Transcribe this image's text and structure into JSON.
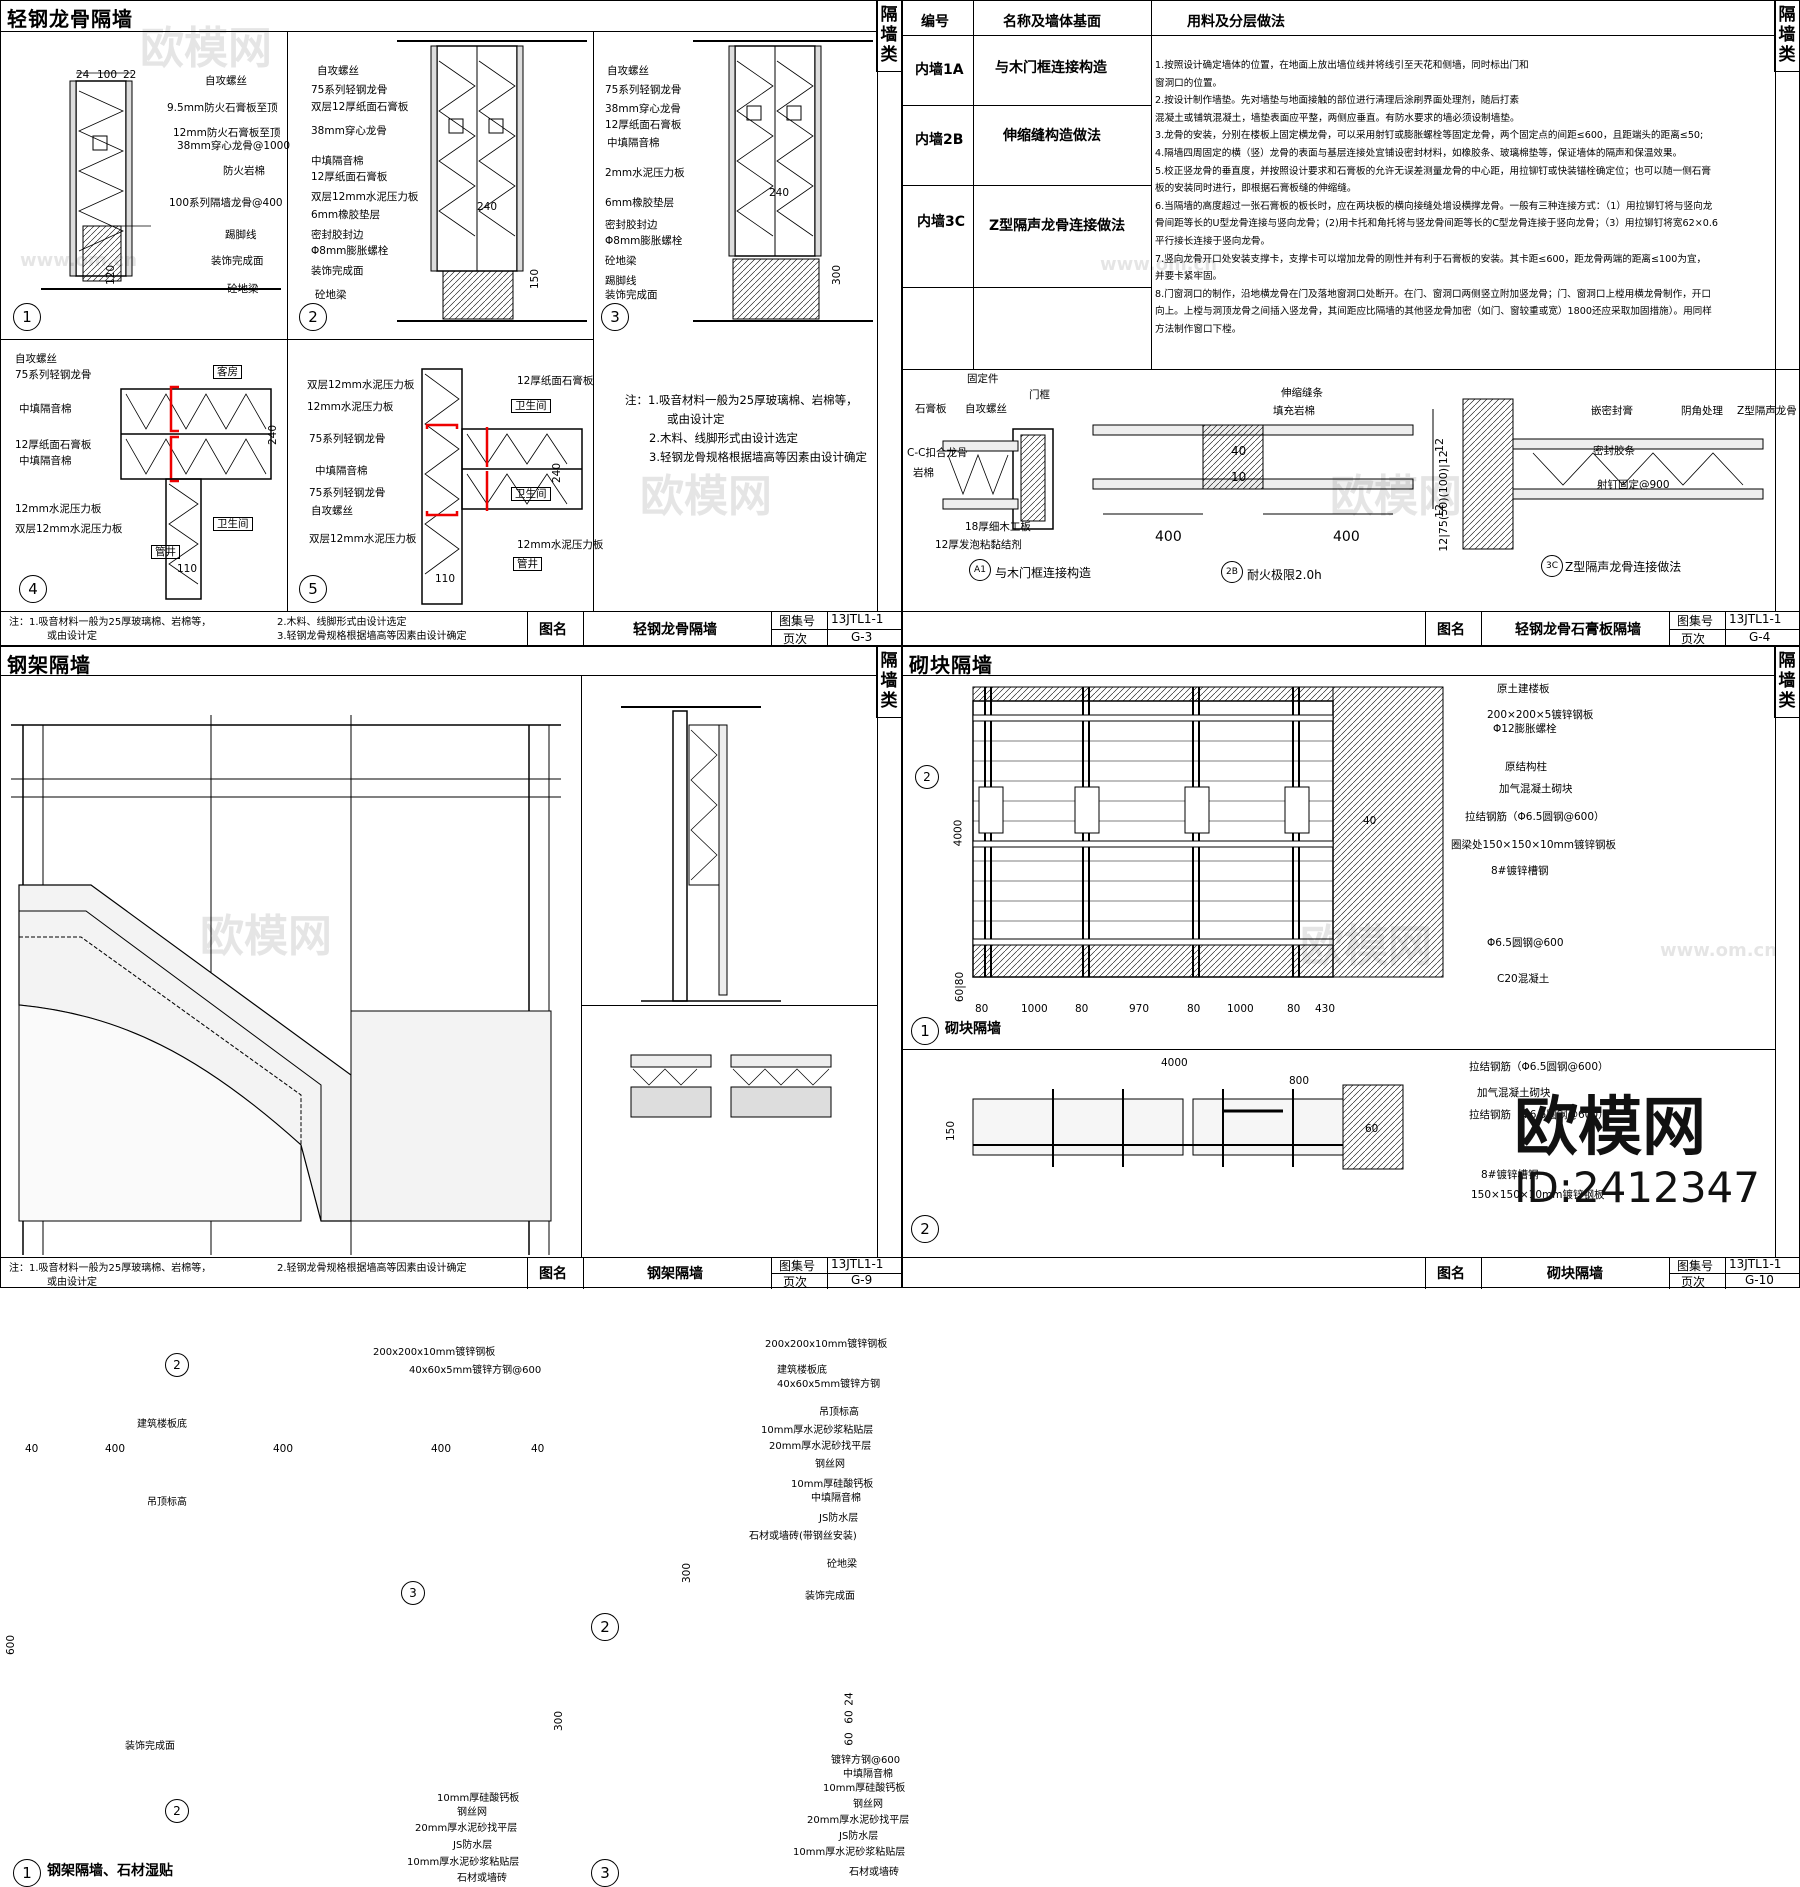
{
  "panels": {
    "light_steel": {
      "title": "轻钢龙骨隔墙",
      "side_tag": "隔墙类",
      "d1_dims": [
        "24",
        "100",
        "22"
      ],
      "d1_labels": [
        "自攻螺丝",
        "9.5mm防火石膏板至顶",
        "12mm防火石膏板至顶",
        "38mm穿心龙骨@1000",
        "防火岩棉",
        "100系列隔墙龙骨@400",
        "踢脚线",
        "装饰完成面",
        "砼地梁"
      ],
      "d1_height": "120",
      "d2_labels": [
        "自攻螺丝",
        "75系列轻钢龙骨",
        "双层12厚纸面石膏板",
        "38mm穿心龙骨",
        "中填隔音棉",
        "12厚纸面石膏板",
        "双层12mm水泥压力板",
        "6mm橡胶垫层",
        "密封胶封边",
        "Φ8mm膨胀螺栓",
        "装饰完成面",
        "砼地梁"
      ],
      "d2_dims": [
        "240",
        "150"
      ],
      "d3_labels": [
        "自攻螺丝",
        "75系列轻钢龙骨",
        "38mm穿心龙骨",
        "12厚纸面石膏板",
        "中填隔音棉",
        "2mm水泥压力板",
        "6mm橡胶垫层",
        "密封胶封边",
        "Φ8mm膨胀螺栓",
        "砼地梁",
        "踢脚线",
        "装饰完成面"
      ],
      "d3_dims": [
        "240",
        "300"
      ],
      "d4_labels": [
        "自攻螺丝",
        "75系列轻钢龙骨",
        "中填隔音棉",
        "12厚纸面石膏板",
        "中填隔音棉",
        "12mm水泥压力板",
        "双层12mm水泥压力板"
      ],
      "d4_tags": [
        "客房",
        "卫生间",
        "管井"
      ],
      "d4_dims": [
        "240",
        "110"
      ],
      "d5_labels": [
        "双层12mm水泥压力板",
        "12mm水泥压力板",
        "75系列轻钢龙骨",
        "中填隔音棉",
        "75系列轻钢龙骨",
        "自攻螺丝",
        "双层12mm水泥压力板",
        "12厚纸面石膏板",
        "12mm水泥压力板"
      ],
      "d5_tags": [
        "卫生间",
        "卫生间",
        "管井"
      ],
      "d5_dims": [
        "240",
        "110"
      ],
      "notes": [
        "注：1.吸音材料一般为25厚玻璃棉、岩棉等，",
        "或由设计定",
        "2.木料、线脚形式由设计选定",
        "3.轻钢龙骨规格根据墙高等因素由设计确定"
      ],
      "circles": [
        "1",
        "2",
        "3",
        "4",
        "5"
      ],
      "footer_notes": [
        "注：1.吸音材料一般为25厚玻璃棉、岩棉等，",
        "或由设计定",
        "2.木料、线脚形式由设计选定",
        "3.轻钢龙骨规格根据墙高等因素由设计确定"
      ],
      "tb_label": "图名",
      "tb_name": "轻钢龙骨隔墙",
      "tb_setno_label": "图集号",
      "tb_setno": "13JTL1-1",
      "tb_page_label": "页次",
      "tb_page": "G-3"
    },
    "gypsum": {
      "side_tag": "隔墙类",
      "table_headers": [
        "编号",
        "名称及墙体基面",
        "用料及分层做法"
      ],
      "rows": [
        {
          "code": "内墙1A",
          "name": "与木门框连接构造"
        },
        {
          "code": "内墙2B",
          "name": "伸缩缝构造做法"
        },
        {
          "code": "内墙3C",
          "name": "Z型隔声龙骨连接做法"
        }
      ],
      "method_lines": [
        "1.按照设计确定墙体的位置，在地面上放出墙位线并将线引至天花和侧墙，同时标出门和",
        "窗洞口的位置。",
        "2.按设计制作墙垫。先对墙垫与地面接触的部位进行清理后涂刷界面处理剂，随后打素",
        "混凝土或铺筑混凝土，墙垫表面应平整，两侧应垂直。有防水要求的墙必须设制墙垫。",
        "3.龙骨的安装，分别在楼板上固定横龙骨，可以采用射钉或膨胀螺栓等固定龙骨，两个固定点的间距≤600，且距端头的距离≤50;",
        "4.隔墙四周固定的横（竖）龙骨的表面与基层连接处宜铺设密封材料，如橡胶条、玻璃棉垫等，保证墙体的隔声和保温效果。",
        "5.校正竖龙骨的垂直度，并按照设计要求和石膏板的允许无误差测量龙骨的中心距，用拉铆钉或快装锚栓确定位；也可以随一侧石膏",
        "板的安装同时进行，即根据石膏板缝的伸缩缝。",
        "6.当隔墙的高度超过一张石膏板的板长时，应在两块板的横向接缝处增设横撑龙骨。一般有三种连接方式：（1）用拉铆钉将与竖向龙",
        "骨间距等长的U型龙骨连接与竖向龙骨；(2)用卡托和角托将与竖龙骨间距等长的C型龙骨连接于竖向龙骨；（3）用拉铆钉将宽62×0.6",
        "平行接长连接于竖向龙骨。",
        "7.竖向龙骨开口处安装支撑卡，支撑卡可以增加龙骨的刚性并有利于石膏板的安装。其卡距≤600，距龙骨两端的距离≤100为宜，",
        "并要卡紧牢固。",
        "8.门窗洞口的制作，沿地横龙骨在门及落地窗洞口处断开。在门、窗洞口两侧竖立附加竖龙骨；门、窗洞口上樘用横龙骨制作，开口",
        "向上。上樘与洞顶龙骨之间插入竖龙骨，其间距应比隔墙的其他竖龙骨加密（如门、窗较重或宽）1800还应采取加固措施）。用同样",
        "方法制作窗口下樘。"
      ],
      "d_a1_labels": [
        "固定件",
        "门框",
        "石膏板",
        "自攻螺丝",
        "C-C扣合龙骨",
        "岩棉",
        "18厚细木工板",
        "12厚发泡粘黏结剂"
      ],
      "d_a1_caption": "与木门框连接构造",
      "d_a1_circle": "A1",
      "d_2b_labels": [
        "伸缩缝条",
        "填充岩棉"
      ],
      "d_2b_dims": [
        "400",
        "400",
        "40",
        "10"
      ],
      "d_2b_caption": "耐火极限2.0h",
      "d_2b_circle": "2B",
      "d_2b_vdims": "12|75(50)(100)|12",
      "d_2b_vdims2": [
        "12",
        "12"
      ],
      "d_3c_labels": [
        "嵌密封膏",
        "阴角处理",
        "Z型隔声龙骨",
        "密封胶条",
        "射钉固定@900"
      ],
      "d_3c_caption": "Z型隔声龙骨连接做法",
      "d_3c_circle": "3C",
      "tb_label": "图名",
      "tb_name": "轻钢龙骨石膏板隔墙",
      "tb_setno_label": "图集号",
      "tb_setno": "13JTL1-1",
      "tb_page_label": "页次",
      "tb_page": "G-4"
    },
    "steel_frame": {
      "title": "钢架隔墙",
      "side_tag": "隔墙类",
      "d1_labels": [
        "200x200x10mm镀锌钢板",
        "40x60x5mm镀锌方钢@600",
        "建筑楼板底",
        "吊顶标高",
        "装饰完成面",
        "10mm厚硅酸钙板",
        "钢丝网",
        "20mm厚水泥砂找平层",
        "JS防水层",
        "10mm厚水泥砂浆粘贴层",
        "石材或墙砖"
      ],
      "d1_dims": [
        "40",
        "400",
        "400",
        "400",
        "40"
      ],
      "d1_vdims": [
        "600",
        "300"
      ],
      "d1_caption": "钢架隔墙、石材湿贴",
      "d1_markers": [
        "2",
        "3",
        "2"
      ],
      "d2_labels": [
        "200x200x10mm镀锌钢板",
        "建筑楼板底",
        "40x60x5mm镀锌方钢",
        "吊顶标高",
        "10mm厚水泥砂浆粘贴层",
        "20mm厚水泥砂找平层",
        "钢丝网",
        "10mm厚硅酸钙板",
        "中填隔音棉",
        "JS防水层",
        "石材或墙砖(带钢丝安装)",
        "砼地梁",
        "装饰完成面"
      ],
      "d2_dims": [
        "300"
      ],
      "d3_labels": [
        "镀锌方钢@600",
        "中填隔音棉",
        "10mm厚硅酸钙板",
        "钢丝网",
        "20mm厚水泥砂找平层",
        "JS防水层",
        "10mm厚水泥砂浆粘贴层",
        "石材或墙砖"
      ],
      "d3_dims": [
        "24",
        "60",
        "60"
      ],
      "circles": [
        "1",
        "2",
        "3"
      ],
      "footer_notes": [
        "注：1.吸音材料一般为25厚玻璃棉、岩棉等，",
        "或由设计定",
        "2.轻钢龙骨规格根据墙高等因素由设计确定"
      ],
      "tb_label": "图名",
      "tb_name": "钢架隔墙",
      "tb_setno_label": "图集号",
      "tb_setno": "13JTL1-1",
      "tb_page_label": "页次",
      "tb_page": "G-9"
    },
    "block": {
      "title": "砌块隔墙",
      "side_tag": "隔墙类",
      "d1_labels": [
        "原土建楼板",
        "200×200×5镀锌钢板",
        "Φ12膨胀螺栓",
        "原结构柱",
        "加气混凝土砌块",
        "拉结钢筋（Φ6.5圆钢@600）",
        "圈梁处150×150×10mm镀锌钢板",
        "8#镀锌槽钢",
        "Φ6.5圆钢@600",
        "C20混凝土"
      ],
      "d1_dims": [
        "80",
        "1000",
        "80",
        "970",
        "80",
        "1000",
        "80",
        "430"
      ],
      "d1_vdims": [
        "4000",
        "60|80"
      ],
      "d1_caption": "砌块隔墙",
      "d1_marker": "2",
      "d1_side_dim": "40",
      "d2_labels": [
        "拉结钢筋（Φ6.5圆钢@600）",
        "加气混凝土砌块",
        "拉结钢筋（Φ6.5圆钢@600）",
        "8#镀锌槽钢",
        "150×150×10mm镀锌钢板"
      ],
      "d2_dims": [
        "4000",
        "800",
        "150",
        "60"
      ],
      "circles": [
        "1",
        "2"
      ],
      "tb_label": "图名",
      "tb_name": "砌块隔墙",
      "tb_setno_label": "图集号",
      "tb_setno": "13JTL1-1",
      "tb_page_label": "页次",
      "tb_page": "G-10"
    }
  },
  "watermark": {
    "brand": "欧模网",
    "site": "www.om.cn",
    "logo": "欧模网",
    "id": "ID:2412347"
  }
}
